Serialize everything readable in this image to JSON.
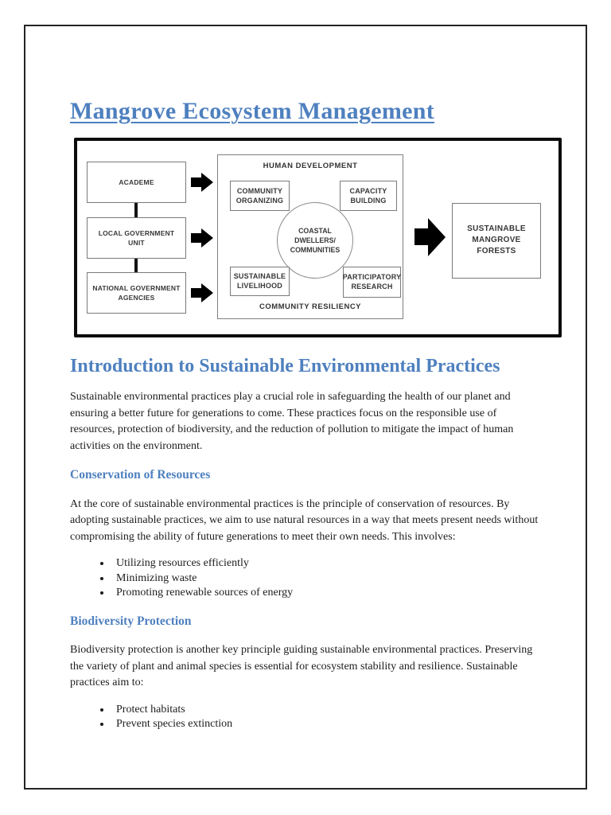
{
  "doc": {
    "title": "Mangrove Ecosystem Management"
  },
  "diagram": {
    "source_boxes": [
      {
        "line1": "ACADEME",
        "line2": ""
      },
      {
        "line1": "LOCAL GOVERNMENT",
        "line2": "UNIT"
      },
      {
        "line1": "NATIONAL GOVERNMENT",
        "line2": "AGENCIES"
      }
    ],
    "hub": {
      "top_label": "HUMAN DEVELOPMENT",
      "bottom_label": "COMMUNITY RESILIENCY",
      "boxes": [
        {
          "line1": "COMMUNITY",
          "line2": "ORGANIZING"
        },
        {
          "line1": "CAPACITY",
          "line2": "BUILDING"
        },
        {
          "line1": "SUSTAINABLE",
          "line2": "LIVELIHOOD"
        },
        {
          "line1": "PARTICIPATORY",
          "line2": "RESEARCH"
        }
      ],
      "circle": {
        "line1": "COASTAL DWELLERS/",
        "line2": "COMMUNITIES"
      }
    },
    "output_box": {
      "line1": "SUSTAINABLE",
      "line2": "MANGROVE FORESTS"
    }
  },
  "content": {
    "section_heading": "Introduction to Sustainable Environmental Practices",
    "intro_paragraph": "Sustainable environmental practices play a crucial role in safeguarding the health of our planet and ensuring a better future for generations to come. These practices focus on the responsible use of resources, protection of biodiversity, and the reduction of pollution to mitigate the impact of human activities on the environment.",
    "subsections": [
      {
        "heading": "Conservation of Resources",
        "paragraph": "At the core of sustainable environmental practices is the principle of conservation of resources. By adopting sustainable practices, we aim to use natural resources in a way that meets present needs without compromising the ability of future generations to meet their own needs. This involves:",
        "bullets": [
          "Utilizing resources efficiently",
          "Minimizing waste",
          "Promoting renewable sources of energy"
        ]
      },
      {
        "heading": "Biodiversity Protection",
        "paragraph": "Biodiversity protection is another key principle guiding sustainable environmental practices. Preserving the variety of plant and animal species is essential for ecosystem stability and resilience. Sustainable practices aim to:",
        "bullets": [
          "Protect habitats",
          "Prevent species extinction"
        ]
      }
    ]
  },
  "colors": {
    "heading_blue": "#4E80BF",
    "body_text": "#1c1c1c",
    "diagram_border": "#0b0b0b",
    "page_border": "#242424"
  }
}
